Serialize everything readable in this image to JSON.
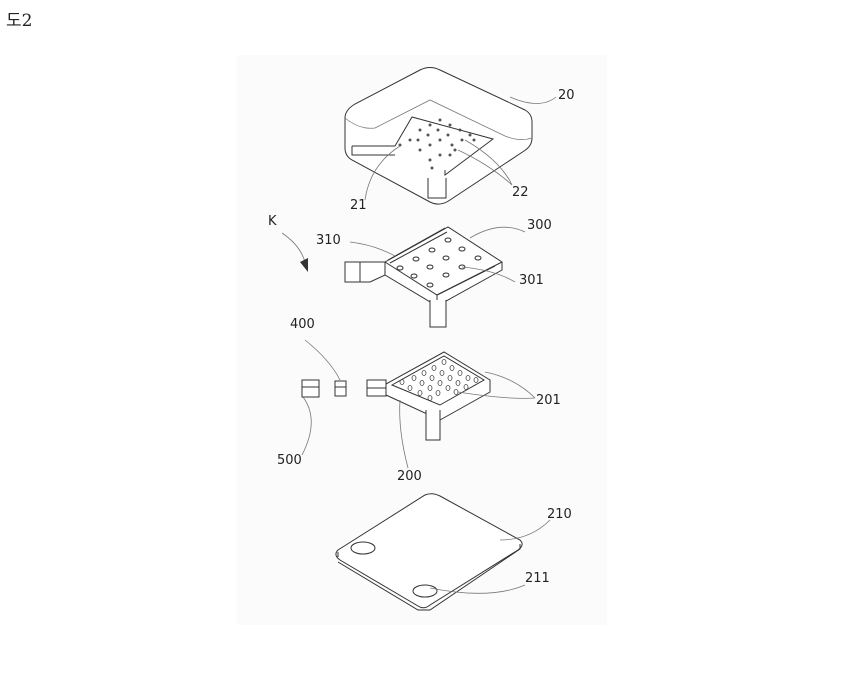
{
  "figure_title": "도2",
  "labels": {
    "l20": "20",
    "l21": "21",
    "l22": "22",
    "lK": "K",
    "l310": "310",
    "l300": "300",
    "l301": "301",
    "l400": "400",
    "l500": "500",
    "l200": "200",
    "l201": "201",
    "l210": "210",
    "l211": "211"
  }
}
